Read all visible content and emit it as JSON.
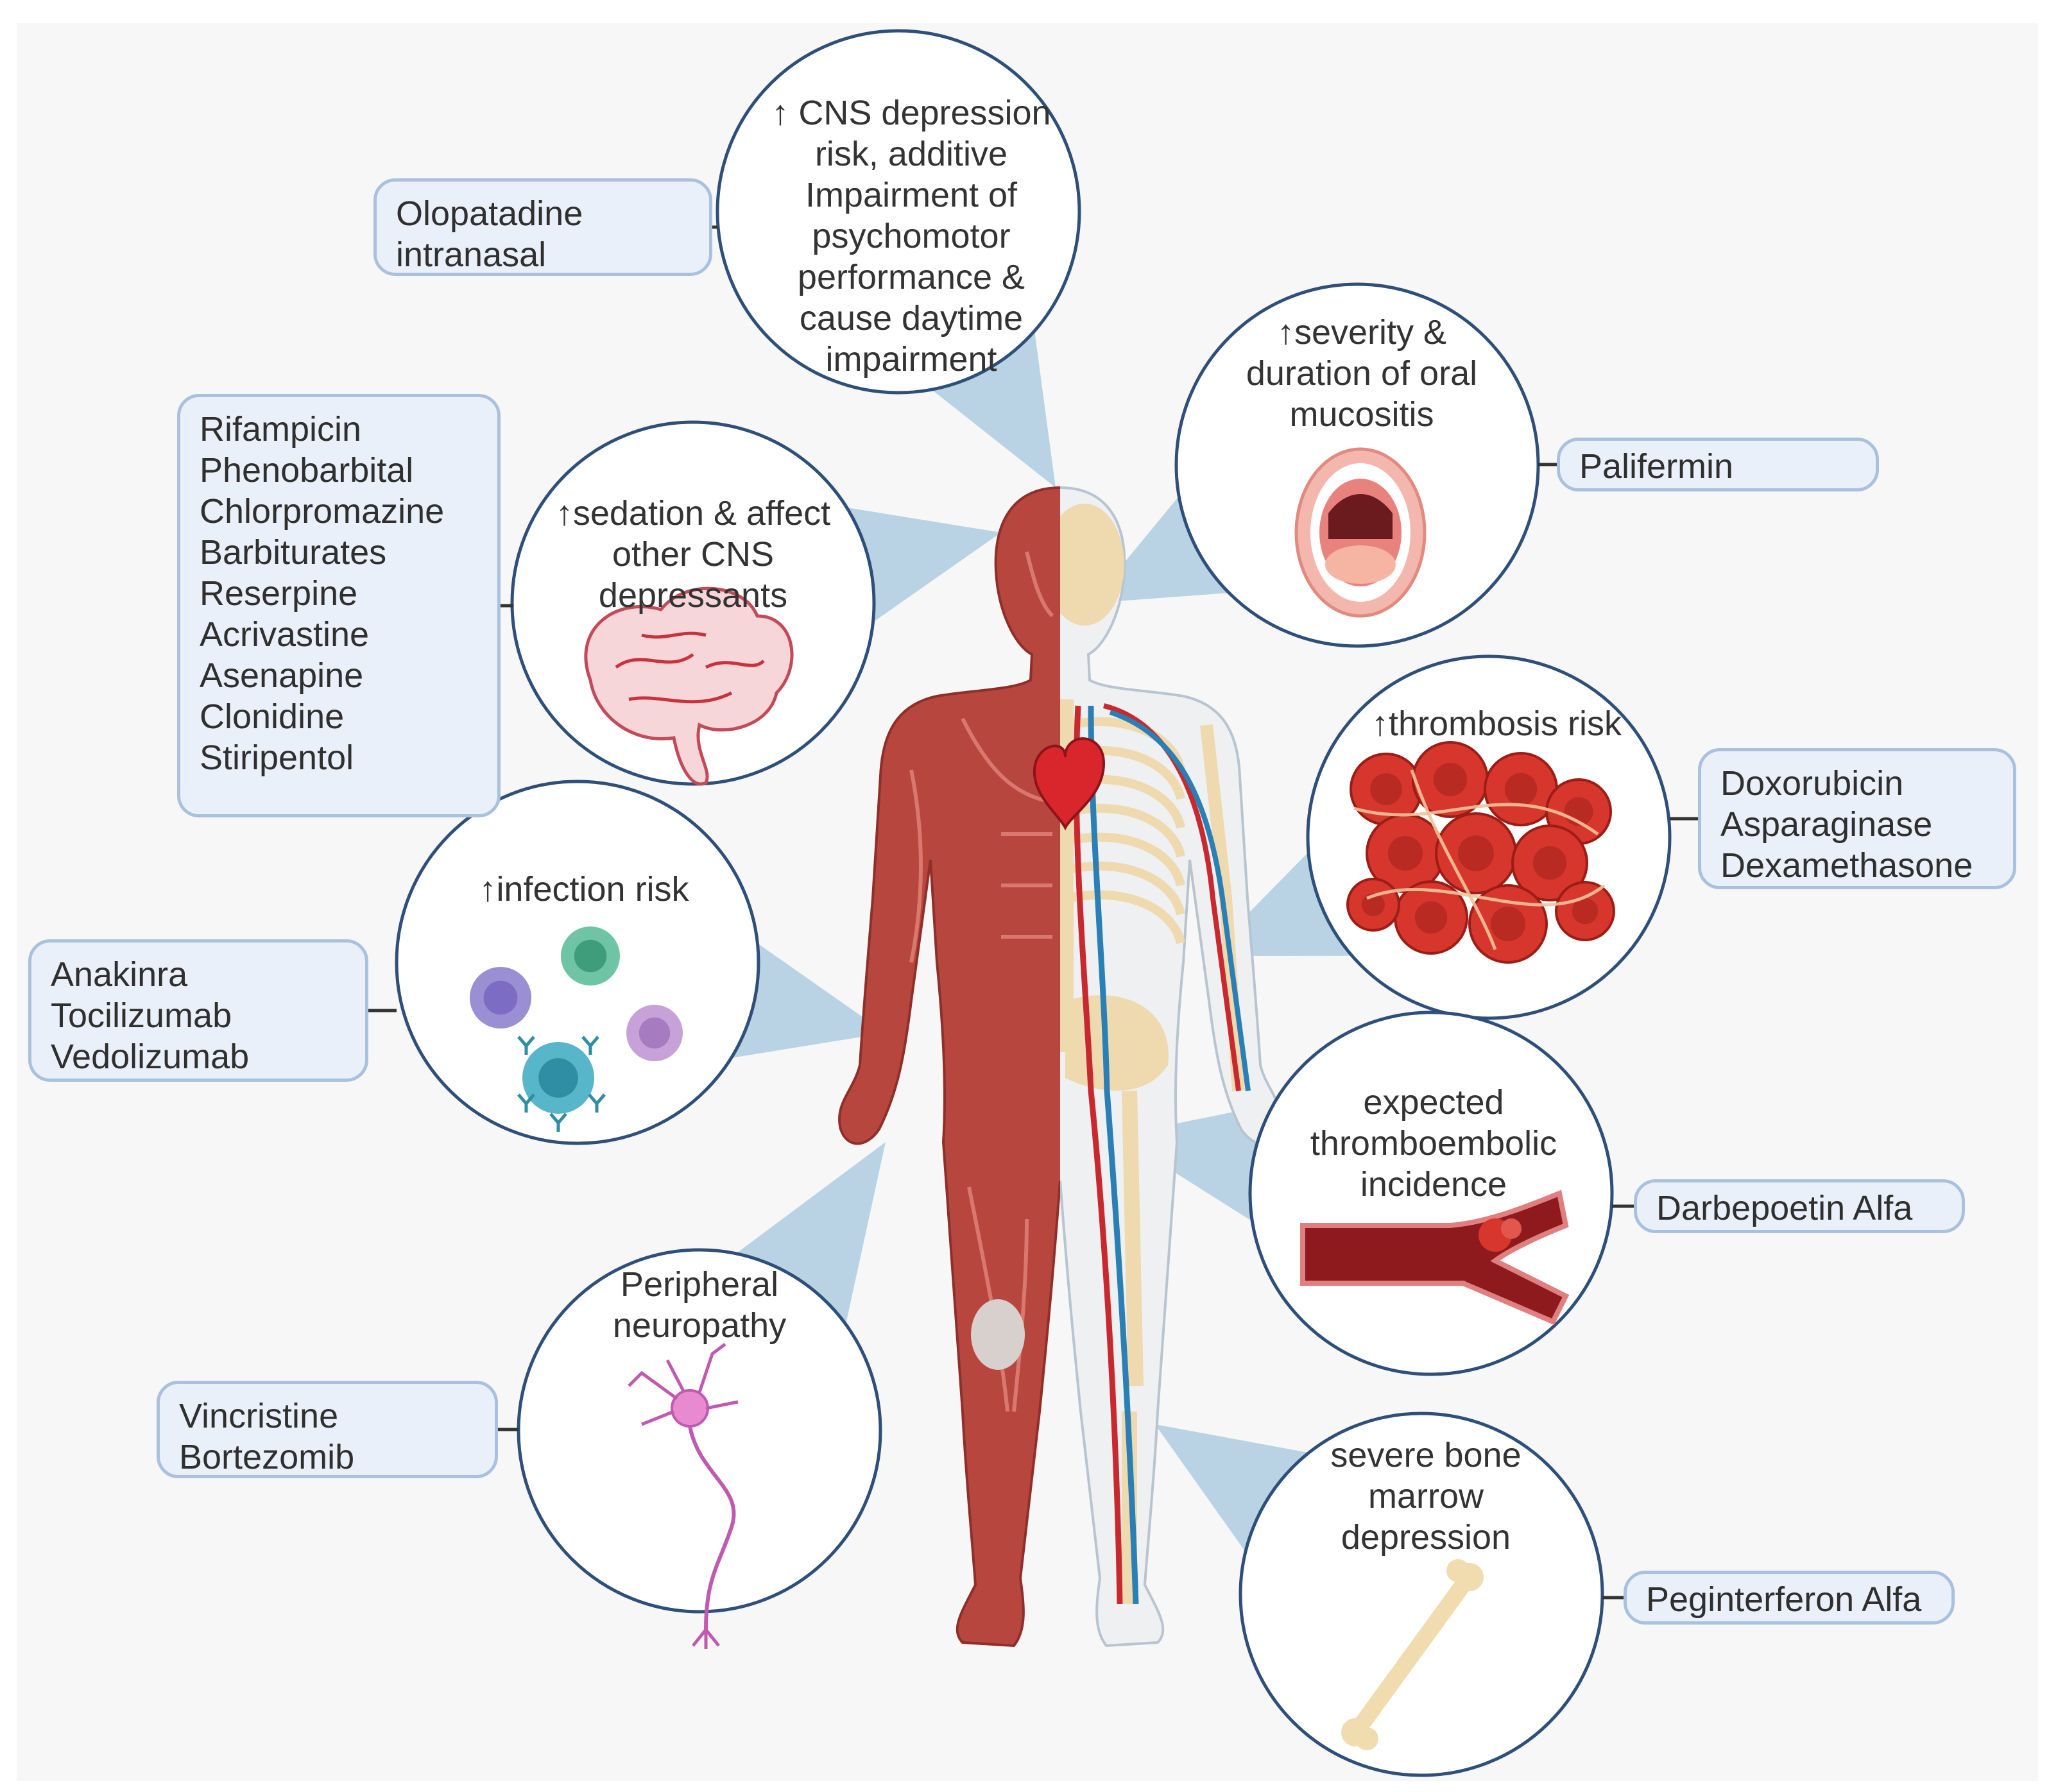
{
  "colors": {
    "background": "#f7f7f7",
    "box_fill": "#e9f0f9",
    "box_border": "#a9c1df",
    "circle_border": "#2e4f7a",
    "connector_fill": "#aecde2",
    "muscle_red": "#b7463f",
    "bone": "#efd9ae",
    "artery": "#c8292e",
    "vein": "#2a7fb5"
  },
  "effects": [
    {
      "id": "cns",
      "lines": [
        "↑ CNS depression",
        "risk, additive",
        "Impairment of",
        "psychomotor",
        "performance &",
        "cause daytime",
        "impairment"
      ],
      "icon": "none"
    },
    {
      "id": "sedation",
      "lines": [
        "↑sedation & affect",
        "other CNS",
        "depressants"
      ],
      "icon": "brain-icon"
    },
    {
      "id": "infection",
      "lines": [
        "↑infection risk"
      ],
      "icon": "immune-cells-icon"
    },
    {
      "id": "neuropathy",
      "lines": [
        "Peripheral",
        "neuropathy"
      ],
      "icon": "neuron-icon"
    },
    {
      "id": "mucositis",
      "lines": [
        "↑severity &",
        "duration of oral",
        "mucositis"
      ],
      "icon": "open-mouth-icon"
    },
    {
      "id": "thrombosis",
      "lines": [
        "↑thrombosis risk"
      ],
      "icon": "blood-clot-icon"
    },
    {
      "id": "thromboembolic",
      "lines": [
        "expected",
        "thromboembolic",
        "incidence"
      ],
      "icon": "blocked-vessel-icon"
    },
    {
      "id": "bone_marrow",
      "lines": [
        "severe bone",
        "marrow",
        "depression"
      ],
      "icon": "bone-icon"
    }
  ],
  "drug_groups": [
    {
      "id": "olopatadine",
      "lines": [
        "Olopatadine",
        "intranasal"
      ]
    },
    {
      "id": "sedation_drugs",
      "lines": [
        "Rifampicin",
        "Phenobarbital",
        "Chlorpromazine",
        "Barbiturates",
        "Reserpine",
        "Acrivastine",
        "Asenapine",
        "Clonidine",
        "Stiripentol"
      ]
    },
    {
      "id": "immuno_drugs",
      "lines": [
        "Anakinra",
        "Tocilizumab",
        "Vedolizumab"
      ]
    },
    {
      "id": "neuro_drugs",
      "lines": [
        "Vincristine",
        "Bortezomib"
      ]
    },
    {
      "id": "palifermin",
      "lines": [
        "Palifermin"
      ]
    },
    {
      "id": "thrombo_drugs",
      "lines": [
        "Doxorubicin",
        "Asparaginase",
        "Dexamethasone"
      ]
    },
    {
      "id": "darbepoetin",
      "lines": [
        "Darbepoetin Alfa"
      ]
    },
    {
      "id": "peginterferon",
      "lines": [
        "Peginterferon Alfa"
      ]
    }
  ]
}
